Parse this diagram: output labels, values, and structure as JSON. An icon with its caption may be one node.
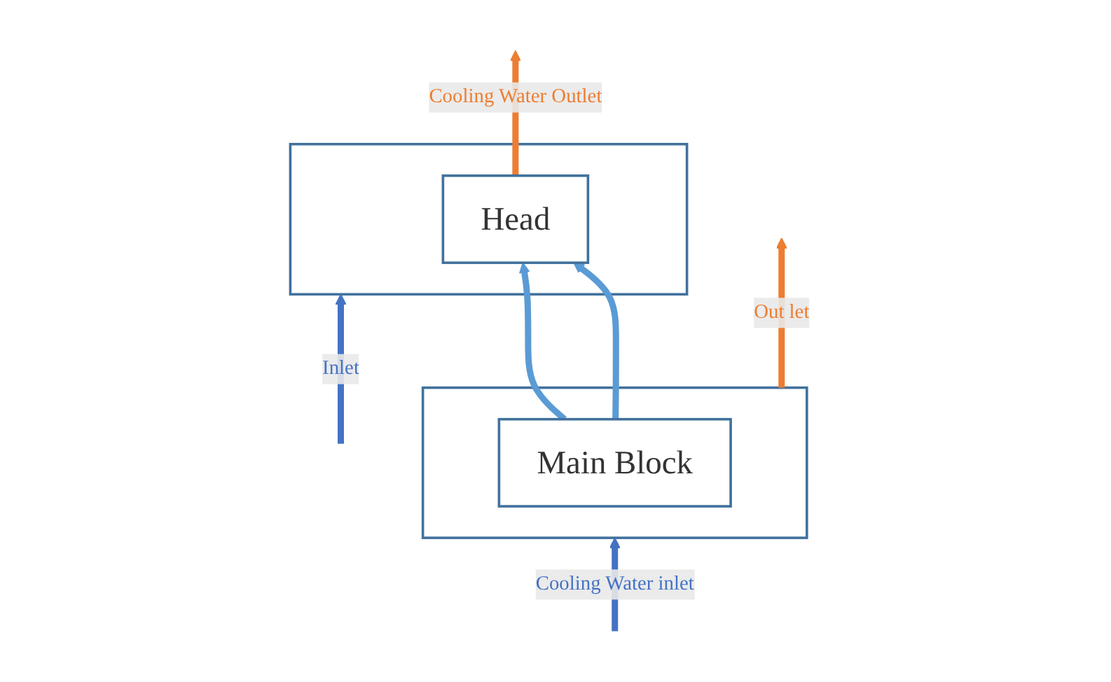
{
  "diagram": {
    "nodes": [
      {
        "text": [],
        "shape": "box"
      },
      {
        "text": [
          "Head"
        ],
        "in": 0
      },
      {
        "text": [],
        "shape": "box"
      },
      {
        "text": [
          "Main Block"
        ],
        "in": 2
      }
    ],
    "edges": [
      {
        "from": null,
        "to": 0,
        "arrow": "to",
        "label": "Inlet",
        "color": "#4472c4"
      },
      {
        "from": 2,
        "to": null,
        "arrow": "to",
        "label": "Out let",
        "color": "#ed7d31"
      },
      {
        "from": 1,
        "to": null,
        "arrow": "to",
        "label": "Cooling Water Outlet",
        "color": "#ed7d31"
      },
      {
        "from": null,
        "to": 2,
        "arrow": "to",
        "label": "Cooling Water inlet",
        "color": "#4472c4"
      },
      {
        "from": 3,
        "to": 1,
        "arrow": "to",
        "color": "#5b9bd5"
      },
      {
        "from": 3,
        "to": 1,
        "arrow": "to",
        "color": "#5b9bd5"
      }
    ]
  }
}
